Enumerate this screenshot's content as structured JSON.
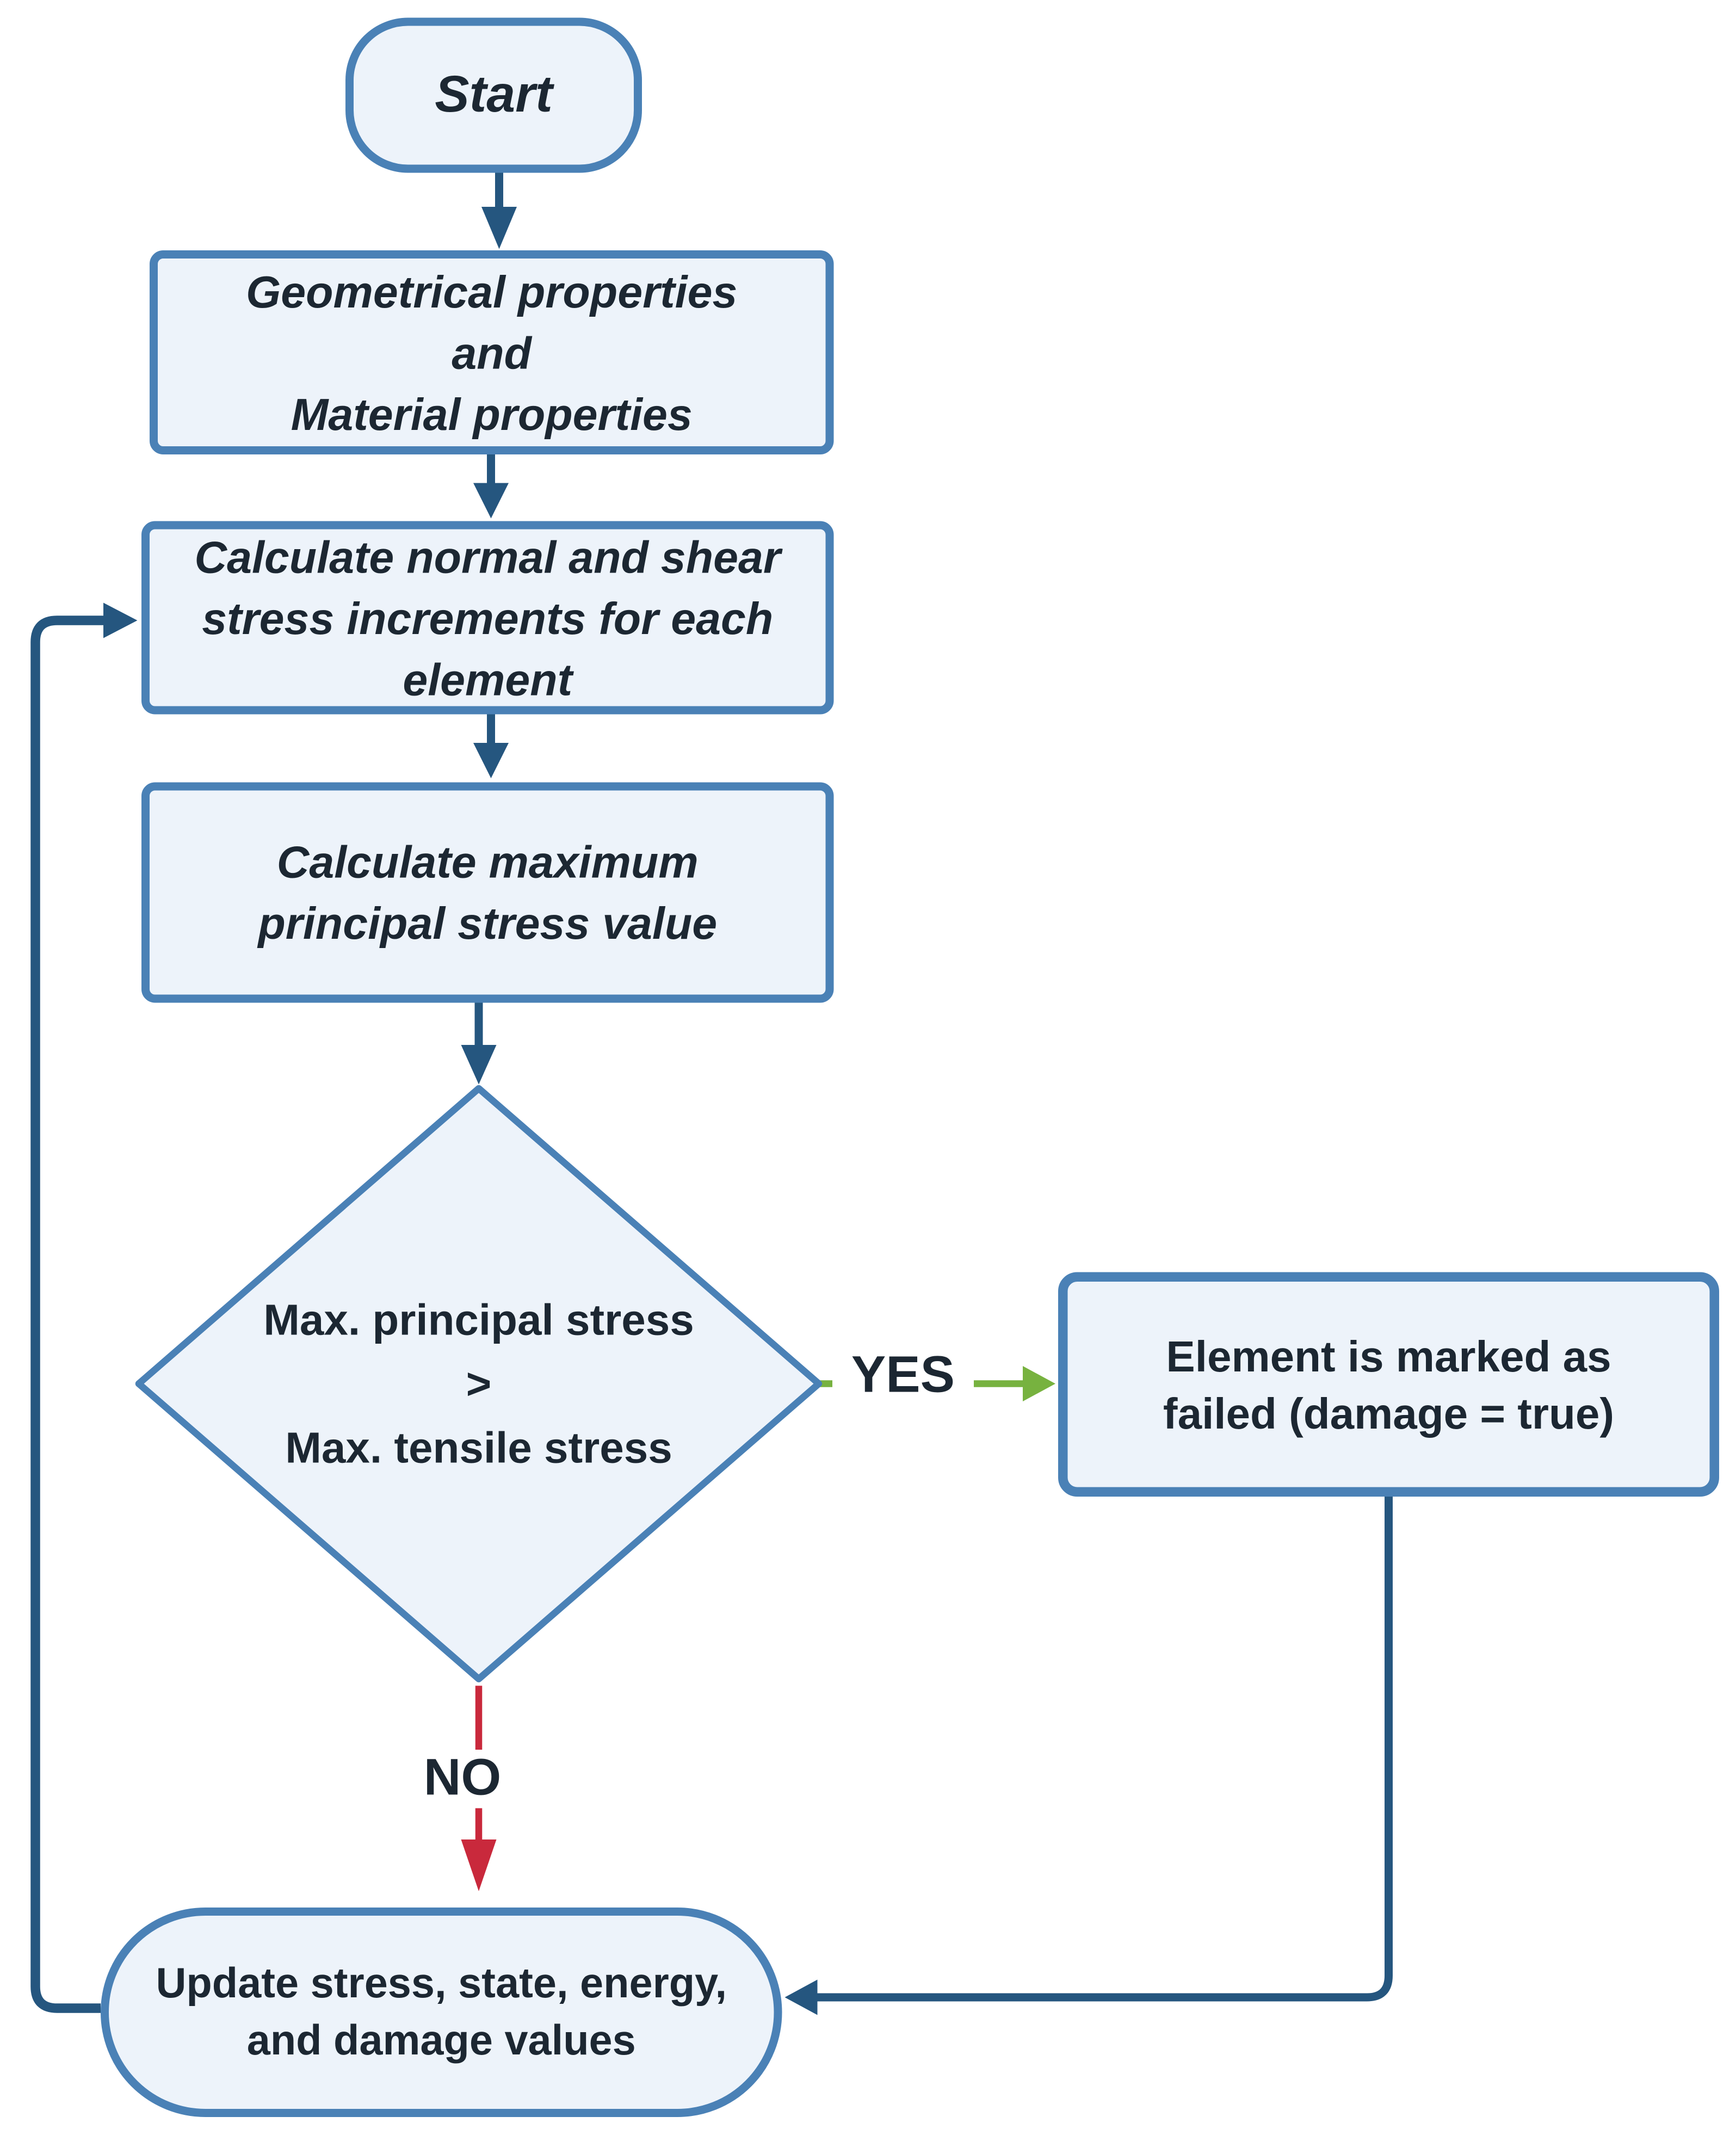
{
  "colors": {
    "background": "#ffffff",
    "node_fill": "#edf3fa",
    "node_stroke": "#4a81b6",
    "connector": "#25567f",
    "yes_green": "#77b23f",
    "no_red": "#c9293c",
    "text": "#1c2732"
  },
  "nodes": {
    "start": {
      "type": "terminator",
      "label": "Start"
    },
    "inputs": {
      "type": "process",
      "lines": [
        "Geometrical properties",
        "and",
        "Material properties"
      ]
    },
    "calc_increments": {
      "type": "process",
      "lines": [
        "Calculate normal and shear",
        "stress increments for each",
        "element"
      ]
    },
    "calc_principal": {
      "type": "process",
      "lines": [
        "Calculate maximum",
        "principal stress value"
      ]
    },
    "decision": {
      "type": "decision",
      "lines": [
        "Max. principal stress",
        ">",
        "Max. tensile stress"
      ]
    },
    "mark_failed": {
      "type": "process",
      "lines": [
        "Element is marked as",
        "failed (damage = true)"
      ]
    },
    "update_values": {
      "type": "terminator",
      "lines": [
        "Update stress, state, energy,",
        "and damage values"
      ]
    }
  },
  "edges": {
    "yes_label": "YES",
    "no_label": "NO"
  }
}
